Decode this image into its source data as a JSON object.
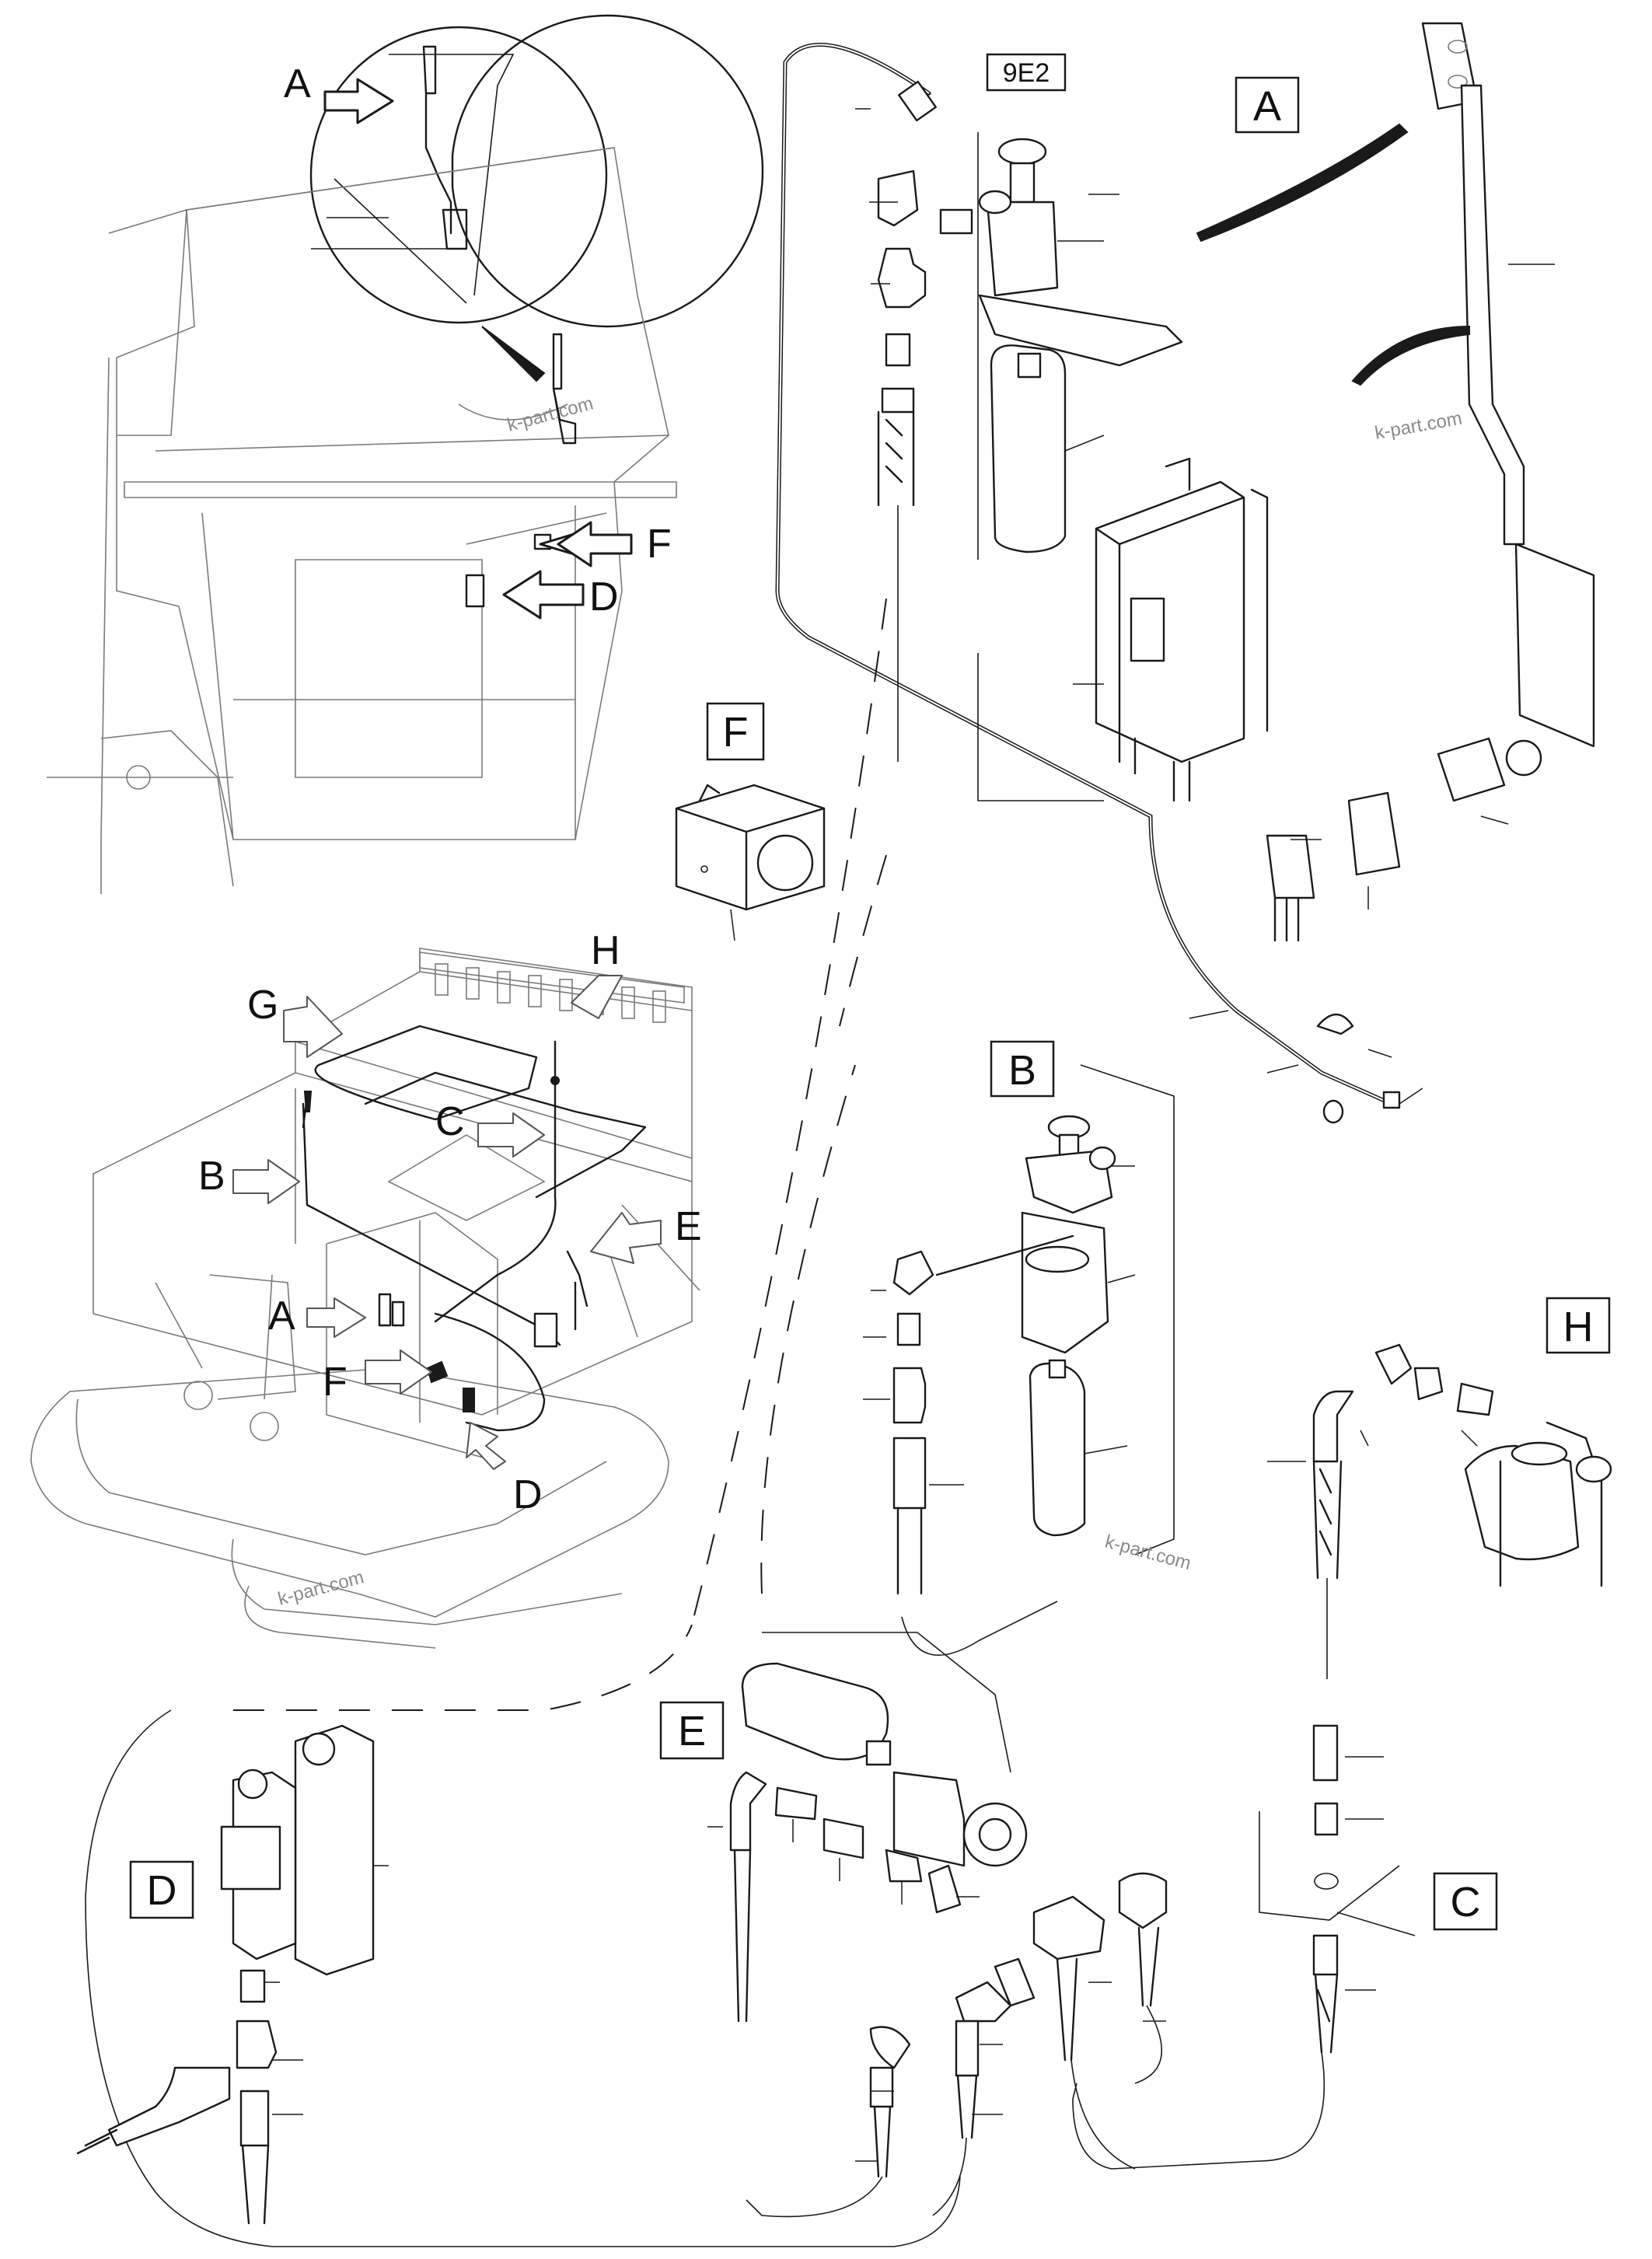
{
  "figure": {
    "reference_code": "9E2",
    "watermark": "k-part.com",
    "detail_boxes": [
      "A",
      "B",
      "C",
      "D",
      "E",
      "F",
      "H"
    ],
    "top_view_callouts": [
      "A",
      "F",
      "D"
    ],
    "machine_view_callouts": [
      "G",
      "H",
      "C",
      "B",
      "E",
      "A",
      "F",
      "D"
    ]
  }
}
